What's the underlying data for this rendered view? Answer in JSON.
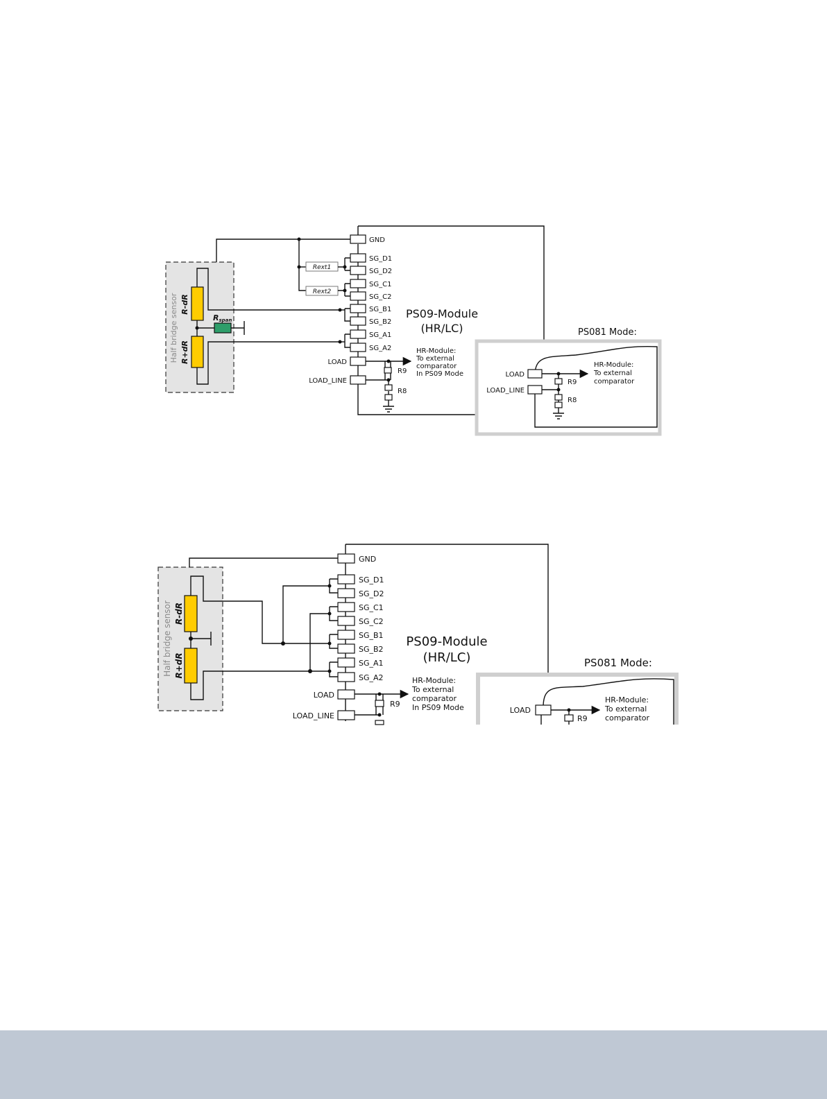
{
  "colors": {
    "sensor_fill": "#e4e4e4",
    "resistor_yellow": "#ffcc00",
    "rspan_green": "#2e9e6a",
    "footer": "#bfc8d4"
  },
  "pins": [
    "GND",
    "SG_D1",
    "SG_D2",
    "SG_C1",
    "SG_C2",
    "SG_B1",
    "SG_B2",
    "SG_A1",
    "SG_A2",
    "LOAD",
    "LOAD_LINE"
  ],
  "diagram1": {
    "module_title": "PS09-Module",
    "module_sub": "(HR/LC)",
    "sensor_label": "Half bridge sensor",
    "r_top": "R-dR",
    "r_bottom": "R+dR",
    "rspan": "R",
    "rspan_sub": "span",
    "rext1": "Rext1",
    "rext2": "Rext2",
    "hr_note": [
      "HR-Module:",
      "To external",
      "comparator",
      "In PS09 Mode"
    ],
    "r9": "R9",
    "r8": "R8",
    "ps081_title": "PS081 Mode:",
    "ps081_load": "LOAD",
    "ps081_load_line": "LOAD_LINE",
    "ps081_note": [
      "HR-Module:",
      "To external",
      "comparator"
    ],
    "ps081_r9": "R9",
    "ps081_r8": "R8"
  },
  "diagram2": {
    "module_title": "PS09-Module",
    "module_sub": "(HR/LC)",
    "sensor_label": "Half bridge sensor",
    "r_top": "R-dR",
    "r_bottom": "R+dR",
    "hr_note": [
      "HR-Module:",
      "To external",
      "comparator",
      "In PS09 Mode"
    ],
    "r9": "R9",
    "ps081_title": "PS081 Mode:",
    "ps081_load": "LOAD",
    "ps081_note": [
      "HR-Module:",
      "To external",
      "comparator"
    ],
    "ps081_r9": "R9"
  }
}
